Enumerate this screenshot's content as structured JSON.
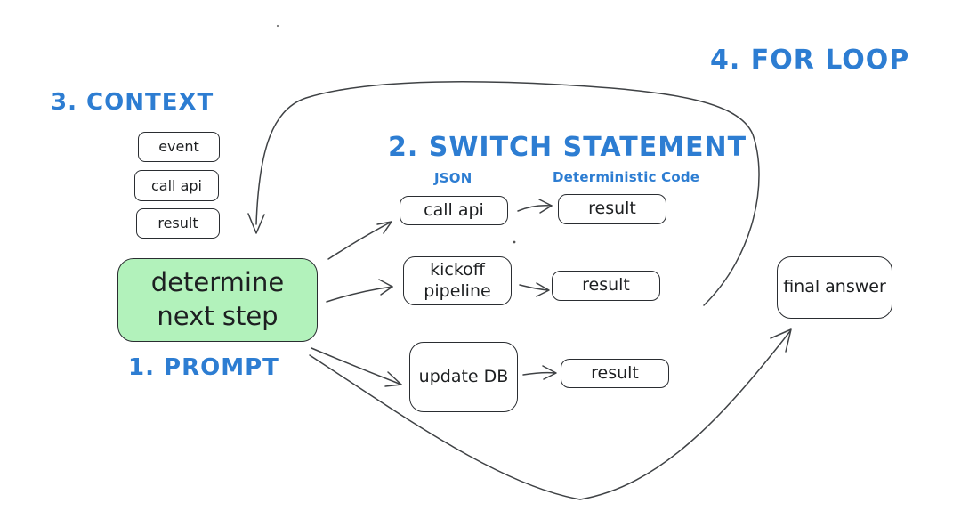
{
  "colors": {
    "accent_blue": "#2d7dd2",
    "box_stroke": "#2a2d31",
    "arrow_stroke": "#3f4245",
    "prompt_fill": "#b2f2bb",
    "background": "#ffffff"
  },
  "labels": {
    "step1": "1. PROMPT",
    "step2": "2. SWITCH STATEMENT",
    "step3": "3. CONTEXT",
    "step4": "4. FOR LOOP",
    "json": "JSON",
    "deterministic_code": "Deterministic Code"
  },
  "nodes": {
    "context_items": [
      "event",
      "call api",
      "result"
    ],
    "prompt": {
      "line1": "determine",
      "line2": "next step"
    },
    "switch_rows": [
      {
        "action": "call api",
        "result": "result"
      },
      {
        "action": "kickoff pipeline",
        "result": "result"
      },
      {
        "action": "update DB",
        "result": "result"
      }
    ],
    "final_answer": "final answer"
  }
}
